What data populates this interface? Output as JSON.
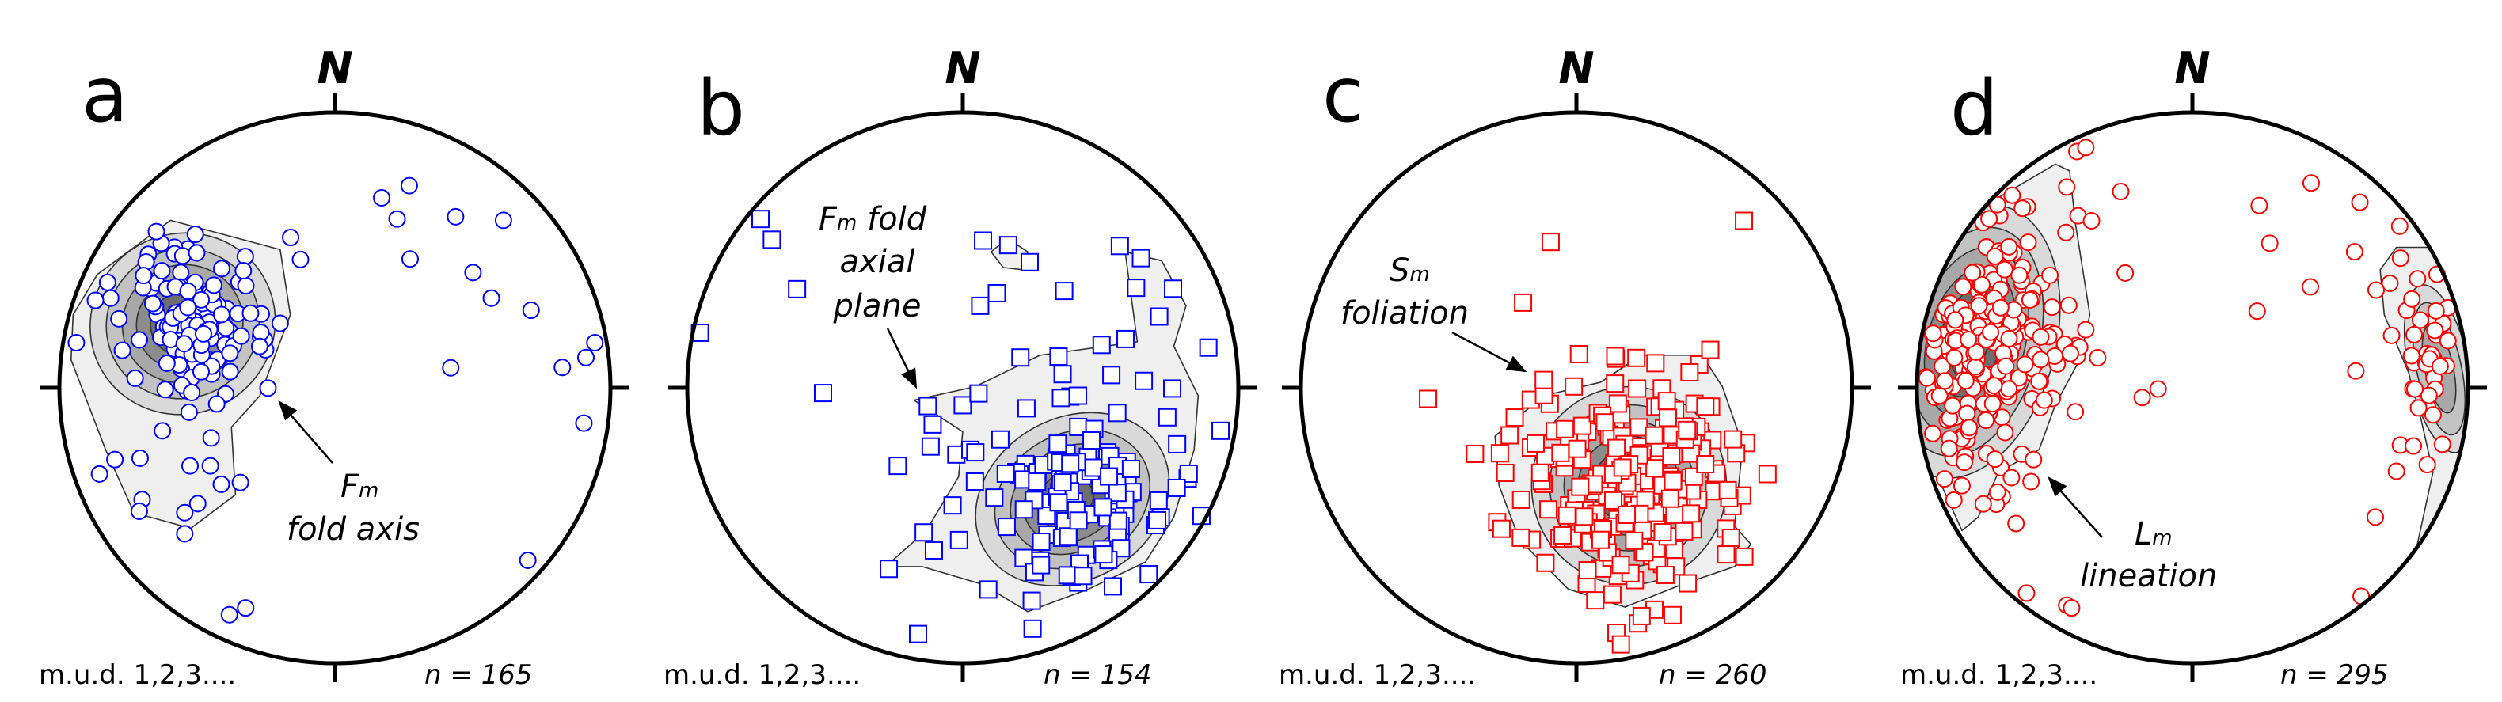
{
  "colors": {
    "blue": "#0000ff",
    "red": "#ff0000",
    "outline": "#000000",
    "contour_fills": [
      "#efefef",
      "#d9d9d9",
      "#c2c2c2",
      "#a8a8a8",
      "#8c8c8c",
      "#6e6e6e"
    ]
  },
  "panels": [
    {
      "letter": "a",
      "north": "N",
      "mud": "m.u.d. 1,2,3....",
      "n": "n = 165",
      "marker": "circle",
      "color": "blue",
      "annotation": {
        "symbol": "F",
        "subscript": "m",
        "lines": [
          "fold axis"
        ]
      }
    },
    {
      "letter": "b",
      "north": "N",
      "mud": "m.u.d. 1,2,3....",
      "n": "n = 154",
      "marker": "square",
      "color": "blue",
      "annotation": {
        "symbol": "F",
        "subscript": "m",
        "lines": [
          "fold",
          "axial",
          "plane"
        ]
      }
    },
    {
      "letter": "c",
      "north": "N",
      "mud": "m.u.d. 1,2,3....",
      "n": "n = 260",
      "marker": "square",
      "color": "red",
      "annotation": {
        "symbol": "S",
        "subscript": "m",
        "lines": [
          "foliation"
        ]
      }
    },
    {
      "letter": "d",
      "north": "N",
      "mud": "m.u.d. 1,2,3....",
      "n": "n = 295",
      "marker": "circle",
      "color": "red",
      "annotation": {
        "symbol": "L",
        "subscript": "m",
        "lines": [
          "lineation"
        ]
      }
    }
  ]
}
